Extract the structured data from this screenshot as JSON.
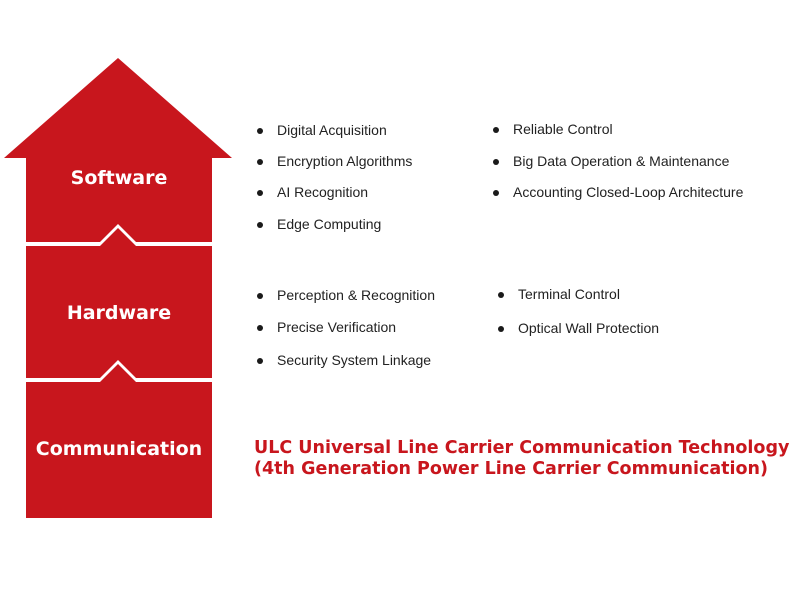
{
  "colors": {
    "accent": "#c8161d",
    "text": "#222222",
    "background": "#ffffff"
  },
  "layers": {
    "software": {
      "label": "Software",
      "items_left": [
        "Digital Acquisition",
        "Encryption Algorithms",
        "AI Recognition",
        "Edge Computing"
      ],
      "items_right": [
        "Reliable Control",
        "Big Data Operation & Maintenance",
        "Accounting Closed-Loop Architecture"
      ]
    },
    "hardware": {
      "label": "Hardware",
      "items_left": [
        "Perception & Recognition",
        "Precise Verification",
        "Security System Linkage"
      ],
      "items_right": [
        "Terminal Control",
        "Optical Wall Protection"
      ]
    },
    "communication": {
      "label": "Communication",
      "description_line1": "ULC Universal Line Carrier Communication Technology",
      "description_line2": "(4th Generation Power Line Carrier Communication)"
    }
  }
}
